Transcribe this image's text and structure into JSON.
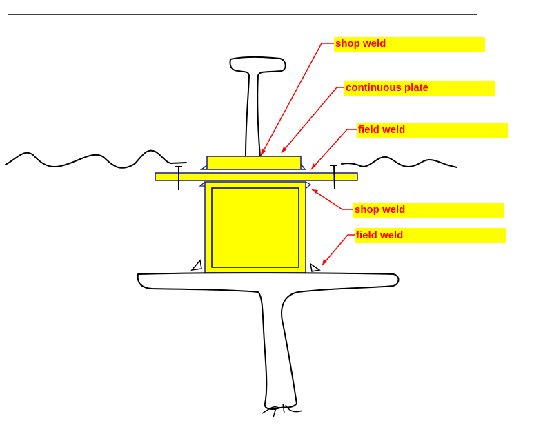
{
  "labels": {
    "shop_weld_top": "shop weld",
    "continuous_plate": "continuous plate",
    "field_weld_top": "field weld",
    "shop_weld_bottom": "shop weld",
    "field_weld_bottom": "field weld"
  },
  "colors": {
    "label_bg": "#ffff00",
    "label_text": "#ff0000",
    "member_fill": "#ffff00",
    "member_outline": "#1a1a80",
    "leader": "#ff0000",
    "sketch": "#000000"
  }
}
